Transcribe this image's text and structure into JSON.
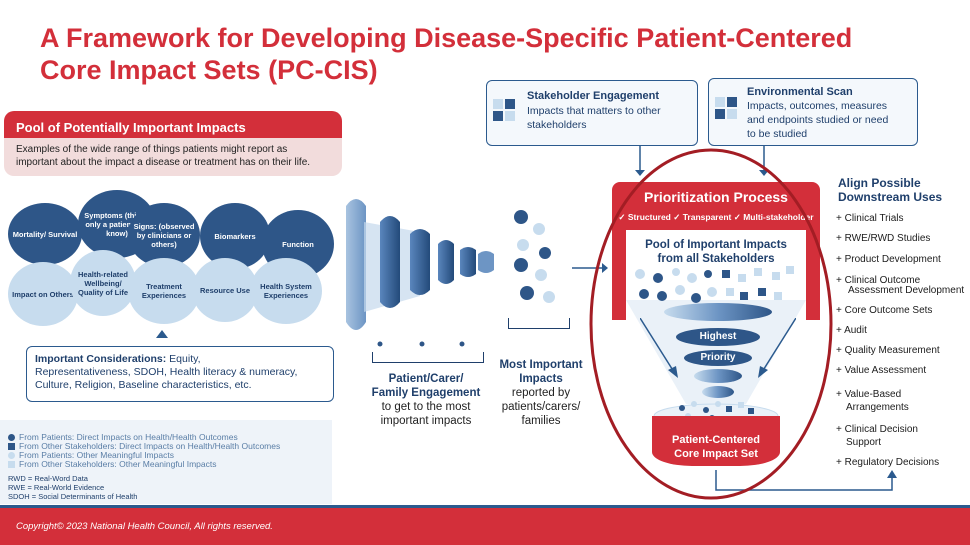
{
  "title_line1": "A Framework for Developing Disease-Specific Patient-Centered",
  "title_line2": "Core Impact Sets (PC-CIS)",
  "pool": {
    "heading": "Pool of Potentially Important Impacts",
    "desc": "Examples of the wide range of things patients might  report as important about  the impact a disease or  treatment has on their life."
  },
  "circles": {
    "mortality": "Mortality/ Survival",
    "symptoms": "Symptoms (things only a patient can know)",
    "signs": "Signs: (observed by clinicians or others)",
    "biomarkers": "Biomarkers",
    "function": "Function",
    "impact_others": "Impact on Others",
    "wellbeing": "Health-related Wellbeing/ Quality of Life",
    "treatment": "Treatment Experiences",
    "resource": "Resource Use",
    "health_system": "Health System Experiences"
  },
  "considerations": {
    "label": "Important Considerations:",
    "text1": " Equity,",
    "text2": "Representativeness, SDOH, Health literacy & numeracy,",
    "text3": "Culture,  Religion, Baseline characteristics, etc."
  },
  "legend": [
    {
      "text": "From Patients: Direct Impacts on Health/Health Outcomes",
      "color": "#2e5688",
      "shape": "circle"
    },
    {
      "text": "From Other Stakeholders: Direct Impacts on Health/Health Outcomes",
      "color": "#2e5688",
      "shape": "square"
    },
    {
      "text": "From Patients: Other Meaningful Impacts",
      "color": "#c7dcee",
      "shape": "circle"
    },
    {
      "text": "From Other Stakeholders: Other Meaningful Impacts",
      "color": "#c7dcee",
      "shape": "square"
    }
  ],
  "abbrev": [
    "RWD = Real-Word Data",
    "RWE = Real-World Evidence",
    "SDOH = Social Determinants of Health"
  ],
  "engagement": {
    "line1": "Patient/Carer/",
    "line2": "Family Engagement",
    "line3": "to get to the most",
    "line4": "important impacts"
  },
  "most_important": {
    "line1": "Most Important",
    "line2": "Impacts",
    "line3": "reported by",
    "line4": "patients/carers/",
    "line5": "families"
  },
  "stakeholder": {
    "title": "Stakeholder Engagement",
    "desc1": "Impacts that matters to other",
    "desc2": "stakeholders"
  },
  "envscan": {
    "title": "Environmental Scan",
    "desc1": "Impacts, outcomes, measures",
    "desc2": "and endpoints studied or need",
    "desc3": "to be studied"
  },
  "prioritization": {
    "title": "Prioritization Process",
    "subtitle": "✓ Structured  ✓ Transparent ✓ Multi-stakeholder",
    "pool_line1": "Pool of Important Impacts",
    "pool_line2": "from all Stakeholders",
    "highest": "Highest",
    "priority": "Priority",
    "core_line1": "Patient-Centered",
    "core_line2": "Core Impact Set"
  },
  "uses": {
    "heading1": "Align Possible",
    "heading2": "Downstream Uses",
    "items": [
      "+ Clinical Trials",
      "+ RWE/RWD Studies",
      "+ Product Development",
      "+ Clinical Outcome",
      "Assessment Development",
      "+ Core Outcome Sets",
      "+ Audit",
      "+ Quality Measurement",
      "+ Value Assessment",
      "+ Value-Based",
      "Arrangements",
      "+ Clinical Decision",
      "Support",
      "+ Regulatory Decisions"
    ]
  },
  "footer": "Copyright© 2023 National Health Council, All rights reserved.",
  "colors": {
    "red": "#d32f3a",
    "navy": "#1f3f6b",
    "blue": "#2e5688",
    "light_blue": "#c7dcee"
  }
}
